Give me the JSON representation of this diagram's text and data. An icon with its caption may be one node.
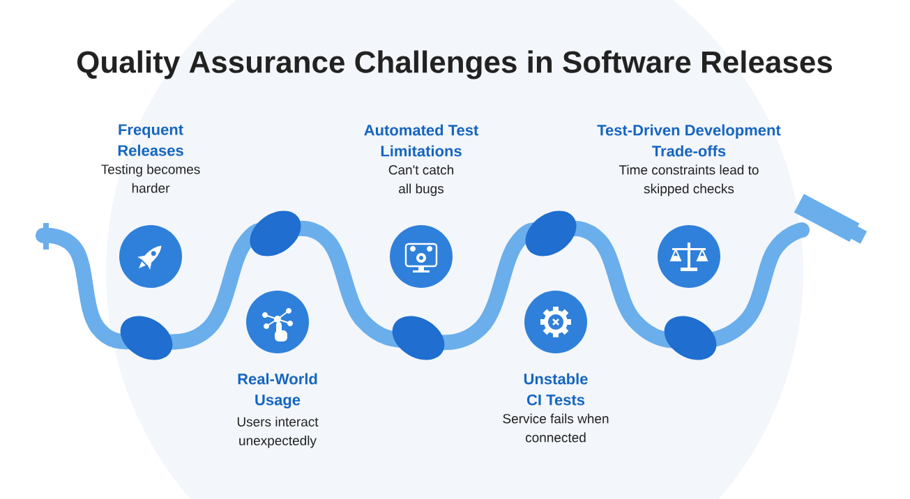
{
  "diagram": {
    "title": "Quality Assurance Challenges in Software Releases",
    "nodes": [
      {
        "text": [
          "Frequent Releases",
          "Testing becomes harder"
        ]
      },
      {
        "text": [
          "Real-World Usage",
          "Users interact unexpectedly"
        ]
      },
      {
        "text": [
          "Automated Test Limitations",
          "Can't catch all bugs"
        ]
      },
      {
        "text": [
          "Unstable CI Tests",
          "Service fails when connected"
        ]
      },
      {
        "text": [
          "Test-Driven Development Trade-offs",
          "Time constraints lead to skipped checks"
        ]
      }
    ],
    "edges": []
  }
}
